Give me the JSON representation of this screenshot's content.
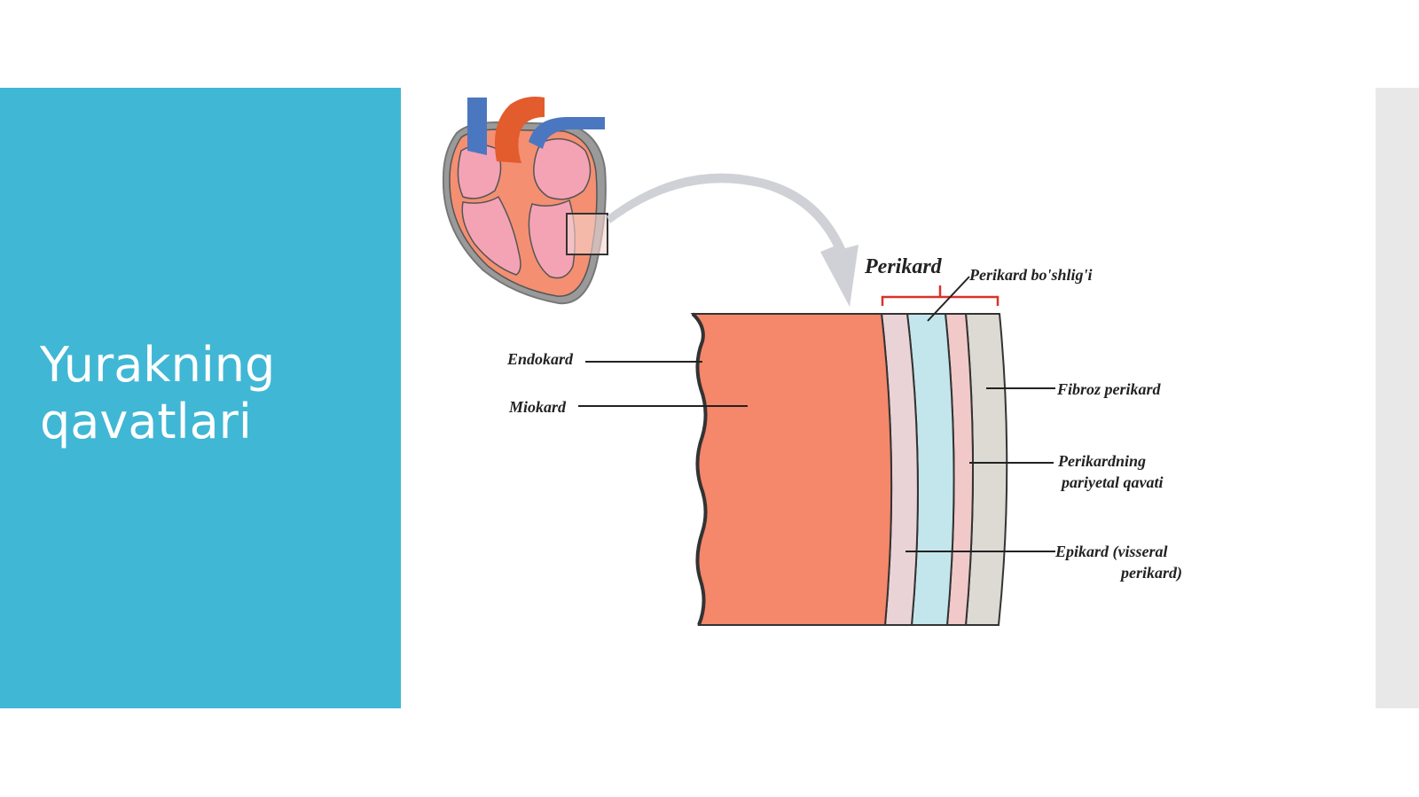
{
  "slide": {
    "title_line1": "Yurakning",
    "title_line2": "qavatlari"
  },
  "diagram": {
    "labels": {
      "pericardium": "Perikard",
      "pericardial_cavity": "Perikard bo'shlig'i",
      "endocardium": "Endokard",
      "myocardium": "Miokard",
      "fibrous_pericardium": "Fibroz perikard",
      "parietal_line1": "Perikardning",
      "parietal_line2": "pariyetal qavati",
      "epicardium_line1": "Epikard (visseral",
      "epicardium_line2": "perikard)"
    }
  },
  "colors": {
    "title_panel": "#40b7d5",
    "myocardium": "#f5876a",
    "epicardium": "#ead3d6",
    "pericardial_cavity": "#c3e6ec",
    "parietal_layer": "#f2c9c9",
    "fibrous_layer": "#dcdad2",
    "vein": "#4b77c0",
    "aorta": "#e25c2d",
    "bracket": "#d9322b",
    "arrow": "#cfd1d6"
  }
}
